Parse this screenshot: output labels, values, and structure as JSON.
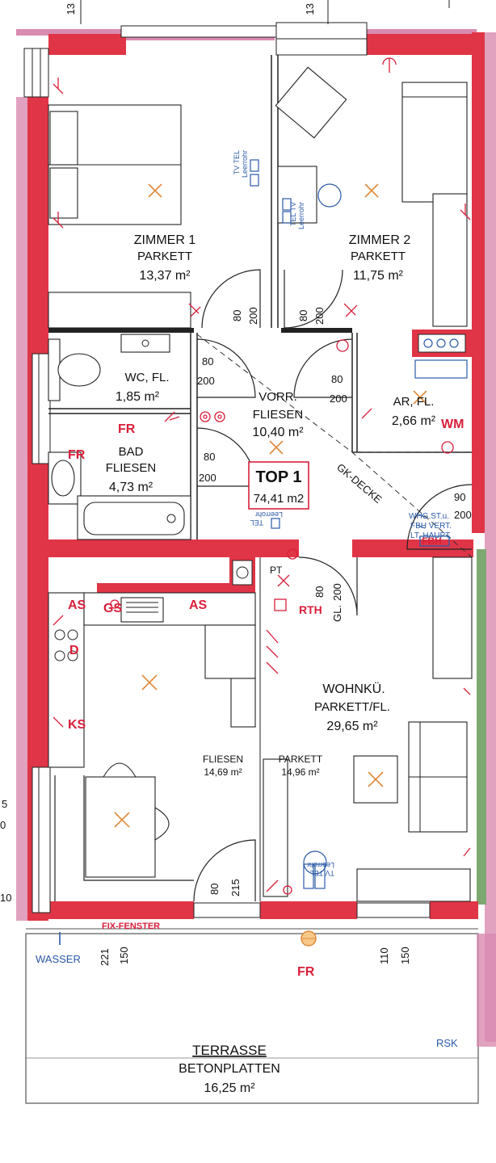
{
  "unit": {
    "name": "TOP 1",
    "area": "74,41 m2"
  },
  "rooms": {
    "zimmer1": {
      "name": "ZIMMER 1",
      "floor": "PARKETT",
      "area": "13,37 m²"
    },
    "zimmer2": {
      "name": "ZIMMER 2",
      "floor": "PARKETT",
      "area": "11,75 m²"
    },
    "wc": {
      "name": "WC, FL.",
      "area": "1,85 m²"
    },
    "vorraum": {
      "name": "VORR.",
      "floor": "FLIESEN",
      "area": "10,40 m²"
    },
    "abstell": {
      "name": "AR, FL.",
      "area": "2,66 m²"
    },
    "bad": {
      "name": "BAD",
      "floor": "FLIESEN",
      "area": "4,73 m²"
    },
    "wohnkueche": {
      "name": "WOHNKÜ.",
      "floor": "PARKETT/FL.",
      "area": "29,65 m²"
    },
    "fliesen_zone": {
      "name": "FLIESEN",
      "area": "14,69 m²"
    },
    "parkett_zone": {
      "name": "PARKETT",
      "area": "14,96 m²"
    },
    "terrasse": {
      "name": "TERRASSE",
      "floor": "BETONPLATTEN",
      "area": "16,25 m²"
    }
  },
  "symbols": {
    "fr_bad_top": "FR",
    "fr_bad_side": "FR",
    "fr_terrace": "FR",
    "as_left": "AS",
    "gs": "GS",
    "as_right": "AS",
    "d": "D",
    "ks": "KS",
    "rth": "RTH",
    "wm": "WM",
    "fbh": "FBH",
    "pt": "PT"
  },
  "notes": {
    "gk_decke": "GK-DECKE",
    "whg_line1": "WHG.ST.u.",
    "whg_line2": "FBH VERT.",
    "whg_line3": "LT. HAUPT.",
    "fix_fenster": "FIX-FENSTER",
    "wasser": "WASSER",
    "rsk": "RSK",
    "tv_tel_top": "TV TEL",
    "leerrohr_top": "Leerrohr",
    "tv_tel_mid": "TEL TV",
    "leerrohr_mid": "Leerrohr",
    "tel_vorr": "TEL",
    "leerrohr_vorr": "Leerrohr",
    "tv_tel_wohn": "TV TEL",
    "leerrohr_wohn": "Leerrohr"
  },
  "dimensions": {
    "top_left": "13",
    "top_right": "13",
    "z1_door_w": "80",
    "z1_door_h": "200",
    "z2_door_w": "80",
    "z2_door_h": "200",
    "wc_door_w": "80",
    "wc_door_h": "200",
    "bad_door_w": "80",
    "bad_door_h": "200",
    "ar_door_w": "80",
    "ar_door_h": "200",
    "entry_w": "90",
    "entry_h": "200",
    "wohn_door_w": "80",
    "wohn_door_h": "200",
    "gl": "GL.",
    "terr_door_w": "80",
    "terr_door_h": "215",
    "sill_left_a": "221",
    "sill_left_b": "150",
    "sill_right_a": "110",
    "sill_right_b": "150",
    "edge_5": "5",
    "edge_0": "0",
    "edge_10": "10"
  },
  "colors": {
    "wall_red": "#e03546",
    "wall_pink": "#d98bb0",
    "wall_green": "#7ea872",
    "symbol_red": "#d81f3a",
    "symbol_blue": "#2a5aa8",
    "light_marker": "#e08a3a"
  }
}
